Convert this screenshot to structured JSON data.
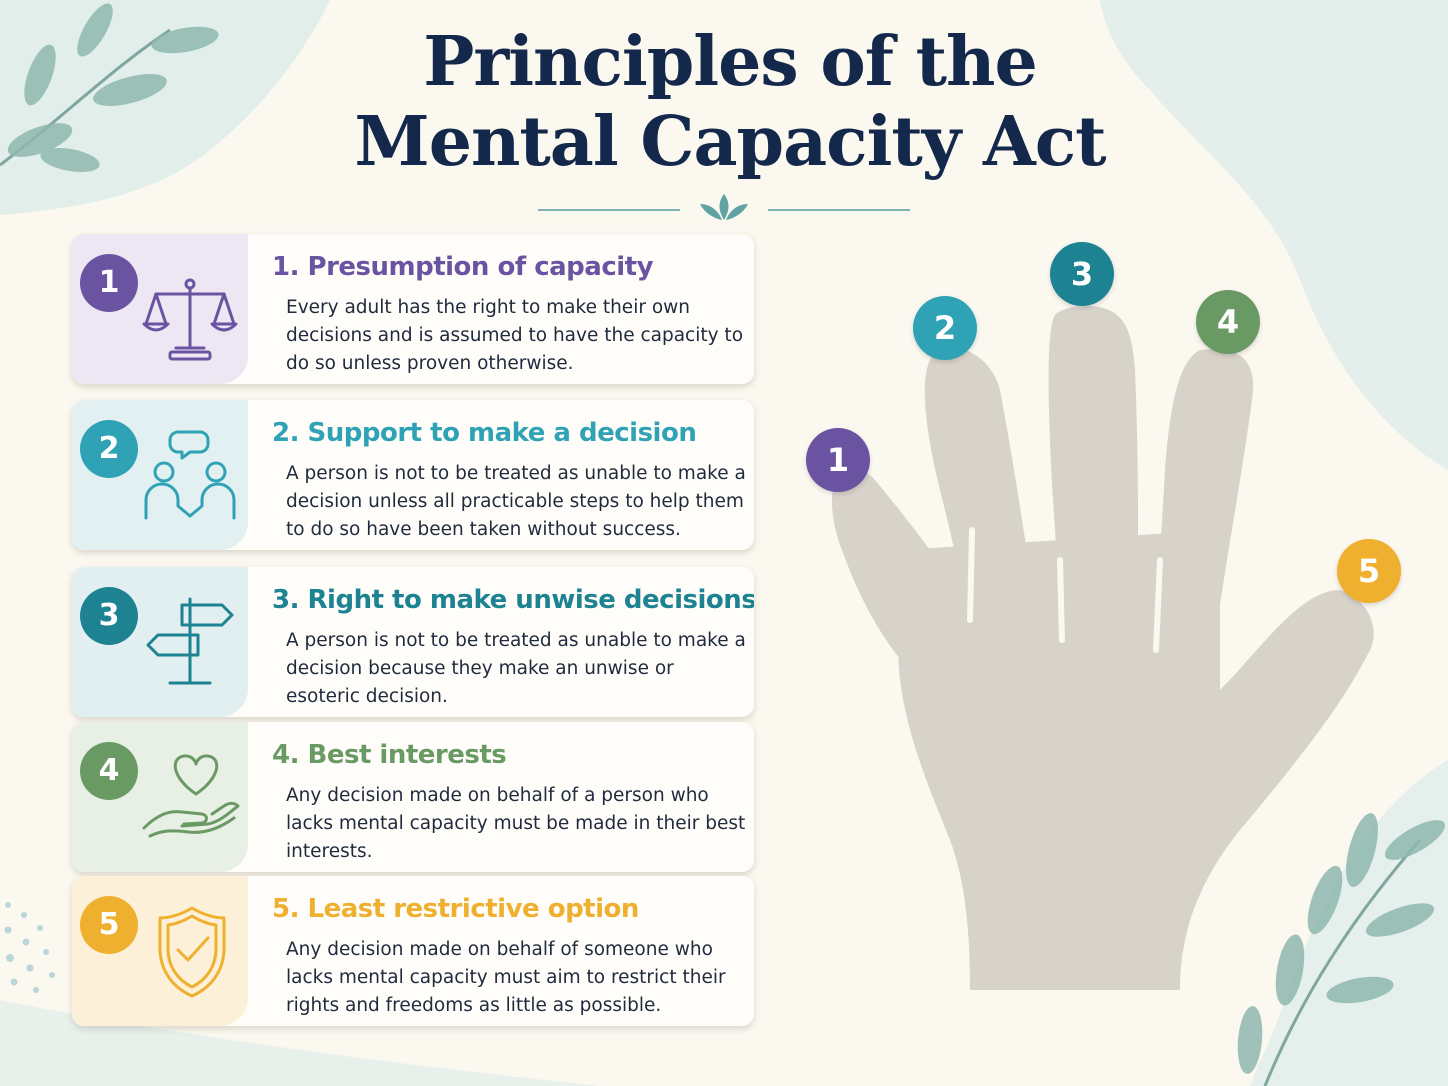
{
  "title": {
    "line1": "Principles of the",
    "line2": "Mental Capacity Act"
  },
  "colors": {
    "principle_1": "#6a54a2",
    "principle_2": "#2fa3b5",
    "principle_3": "#1d8291",
    "principle_4": "#6a9a64",
    "principle_5": "#eeb02e",
    "hand": "#d8d3ca",
    "title": "#14284b"
  },
  "principles": [
    {
      "number": "1",
      "title": "1. Presumption of capacity",
      "description": "Every adult has the right to make their own decisions and is assumed to have the capacity to do so unless proven otherwise.",
      "icon": "scales-icon"
    },
    {
      "number": "2",
      "title": "2. Support to make a decision",
      "description": "A person is not to be treated as unable to make a decision unless all practicable steps to help them to do so have been taken without success.",
      "icon": "people-chat-icon"
    },
    {
      "number": "3",
      "title": "3. Right to make unwise decisions",
      "description": "A person is not to be treated as unable to make a decision because they make an unwise or esoteric decision.",
      "icon": "signpost-icon"
    },
    {
      "number": "4",
      "title": "4. Best interests",
      "description": "Any decision made on behalf of a person who lacks mental capacity must be made in their best interests.",
      "icon": "heart-hand-icon"
    },
    {
      "number": "5",
      "title": "5. Least restrictive option",
      "description": "Any decision made on behalf of someone who lacks mental capacity must aim to restrict their rights and freedoms as little as possible.",
      "icon": "shield-check-icon"
    }
  ],
  "hand": {
    "fingers": [
      "1",
      "2",
      "3",
      "4",
      "5"
    ]
  }
}
